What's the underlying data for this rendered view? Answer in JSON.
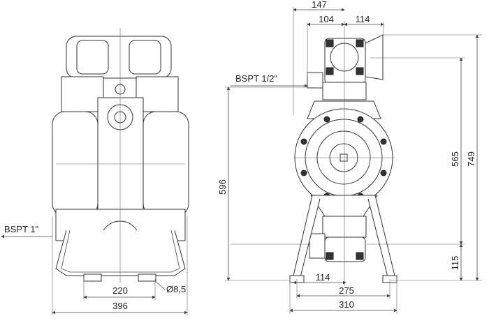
{
  "labels": {
    "front_inlet_thread": "BSPT 1\"",
    "front_width_feet": "220",
    "front_hole_dia": "Ø8,5",
    "front_width_total": "396",
    "side_air_thread": "BSPT 1/2\"",
    "side_height_air": "596",
    "side_depth_147": "147",
    "side_depth_104": "104",
    "side_depth_114_top": "114",
    "side_height_565": "565",
    "side_height_749": "749",
    "side_height_115": "115",
    "side_base_114": "114",
    "side_base_275": "275",
    "side_base_310": "310"
  }
}
